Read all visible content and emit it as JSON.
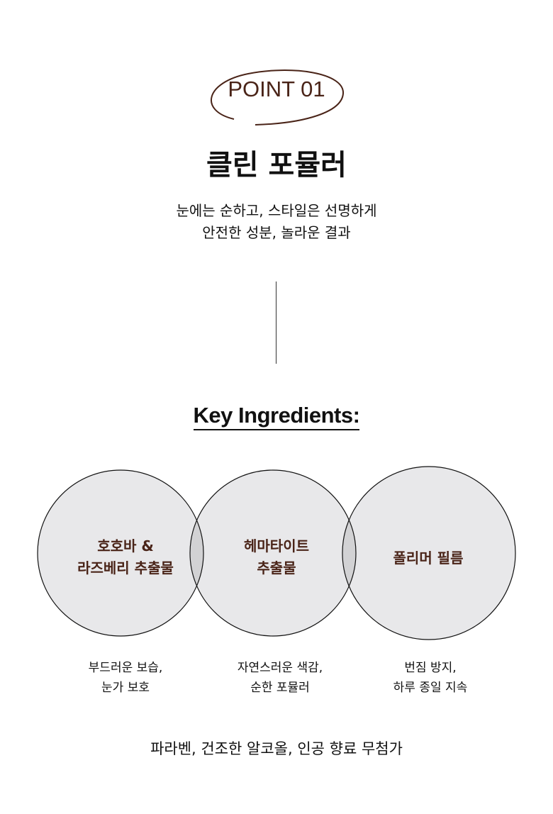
{
  "badge": {
    "label": "POINT 01"
  },
  "title": "클린 포뮬러",
  "subtitle": [
    "눈에는 순하고, 스타일은 선명하게",
    "안전한 성분, 놀라운 결과"
  ],
  "key_heading": "Key Ingredients:",
  "ingredients": [
    {
      "name": [
        "호호바 &",
        "라즈베리 추출물"
      ],
      "desc": [
        "부드러운 보습,",
        "눈가 보호"
      ]
    },
    {
      "name": [
        "헤마타이트",
        "추출물"
      ],
      "desc": [
        "자연스러운 색감,",
        "순한 포뮬러"
      ]
    },
    {
      "name": [
        "폴리머 필름"
      ],
      "desc": [
        "번짐 방지,",
        "하루 종일 지속"
      ]
    }
  ],
  "footer": "파라벤, 건조한 알코올, 인공 향료 무첨가",
  "colors": {
    "accent": "#4a2418",
    "circle": "#e8e8ea",
    "overlap": "#d2d2d4"
  }
}
